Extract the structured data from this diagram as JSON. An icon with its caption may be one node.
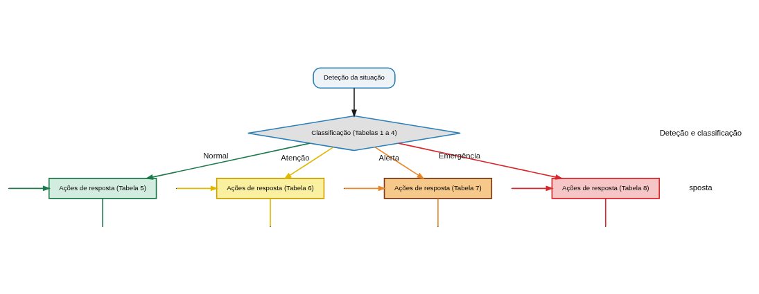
{
  "diagram": {
    "nodes": [
      {
        "text": [
          "Deteção da situação"
        ]
      },
      {
        "text": [
          "Classificação (Tabelas 1 a 4)"
        ]
      },
      {
        "text": [
          "Ações de resposta (Tabela 5)"
        ]
      },
      {
        "text": [
          "Ações de resposta (Tabela 6)"
        ]
      },
      {
        "text": [
          "Ações de resposta (Tabela 7)"
        ]
      },
      {
        "text": [
          "Ações de resposta (Tabela 8)"
        ]
      }
    ],
    "edges": [
      {
        "from": 0,
        "to": 1,
        "arrow": "to",
        "color": "#1a1a1a"
      },
      {
        "from": 1,
        "to": 2,
        "arrow": "to",
        "label": "Normal",
        "color": "#1e7a4a"
      },
      {
        "from": 1,
        "to": 3,
        "arrow": "to",
        "label": "Atenção",
        "color": "#e0b800"
      },
      {
        "from": 1,
        "to": 4,
        "arrow": "to",
        "label": "Alerta",
        "color": "#e8872a"
      },
      {
        "from": 1,
        "to": 5,
        "arrow": "to",
        "label": "Emergência",
        "color": "#d8262c"
      },
      {
        "from": null,
        "to": 2,
        "arrow": "to",
        "color": "#1e7a4a"
      },
      {
        "from": null,
        "to": 3,
        "arrow": "to",
        "color": "#e0b800"
      },
      {
        "from": null,
        "to": 4,
        "arrow": "to",
        "color": "#e8872a"
      },
      {
        "from": null,
        "to": 5,
        "arrow": "to",
        "color": "#d8262c"
      },
      {
        "from": 2,
        "to": null,
        "arrow": "none",
        "color": "#1e7a4a"
      },
      {
        "from": 3,
        "to": null,
        "arrow": "none",
        "color": "#e0b800"
      },
      {
        "from": 4,
        "to": null,
        "arrow": "none",
        "color": "#e8872a"
      },
      {
        "from": 5,
        "to": null,
        "arrow": "none",
        "color": "#d8262c"
      }
    ],
    "labels": [
      "Deteção e classificação",
      "sposta"
    ]
  }
}
